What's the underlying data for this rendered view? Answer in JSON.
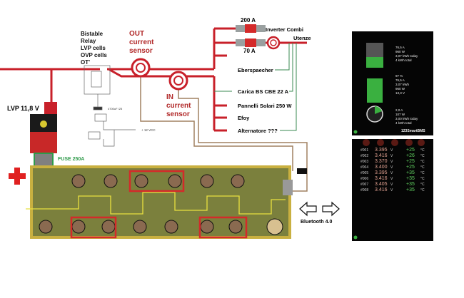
{
  "relay": {
    "lines": [
      "Bistable",
      "Relay",
      "LVP cells",
      "OVP cells",
      "OT'"
    ],
    "capacitor": "4700uF /25",
    "supply": "+ 12 VCC"
  },
  "sensors": {
    "out": [
      "OUT",
      "current",
      "sensor"
    ],
    "in": [
      "IN",
      "current",
      "sensor"
    ]
  },
  "fuses": {
    "top": "200 A",
    "bottom": "70 A"
  },
  "loads": {
    "inverter": "Inverter Combi",
    "utenze": "Utenze",
    "eberspaecher": "Eberspaecher"
  },
  "sources": [
    "Carica BS CBE 22 A",
    "Pannelli Solari 250 W",
    "Efoy",
    "Alternatore ???"
  ],
  "lvp": "LVP 11,8 V",
  "fuse_main": "FUSE 250A",
  "battery": {
    "plus": "+",
    "minus": "-"
  },
  "bluetooth": "Bluetooth 4.0",
  "app1": {
    "solar": [
      "76,5 A",
      "960 W",
      "3,07 kWh today",
      "4 kWh total"
    ],
    "battery": [
      "97 %",
      "76,5 A",
      "3,07 kWh",
      "960 W",
      "13,3 V"
    ],
    "load": [
      "2,0 A",
      "107 W",
      "3,00 kWh today",
      "4 kWh total"
    ],
    "brand": "123SmartBMS"
  },
  "app2": {
    "cells": [
      {
        "id": "#001",
        "v": "3.395",
        "t": "+25"
      },
      {
        "id": "#002",
        "v": "3.416",
        "t": "+26"
      },
      {
        "id": "#003",
        "v": "3.370",
        "t": "+25"
      },
      {
        "id": "#004",
        "v": "3.400",
        "t": "+25"
      },
      {
        "id": "#005",
        "v": "3.395",
        "t": "+35"
      },
      {
        "id": "#006",
        "v": "3.416",
        "t": "+35"
      },
      {
        "id": "#007",
        "v": "3.405",
        "t": "+35"
      },
      {
        "id": "#008",
        "v": "3.416",
        "t": "+35"
      }
    ],
    "unit_v": "V",
    "unit_t": "°C"
  },
  "colors": {
    "power": "#c8202a",
    "signal": "#a08060",
    "feedback": "#3a8a50",
    "fuse_label": "#2e9a4a"
  }
}
